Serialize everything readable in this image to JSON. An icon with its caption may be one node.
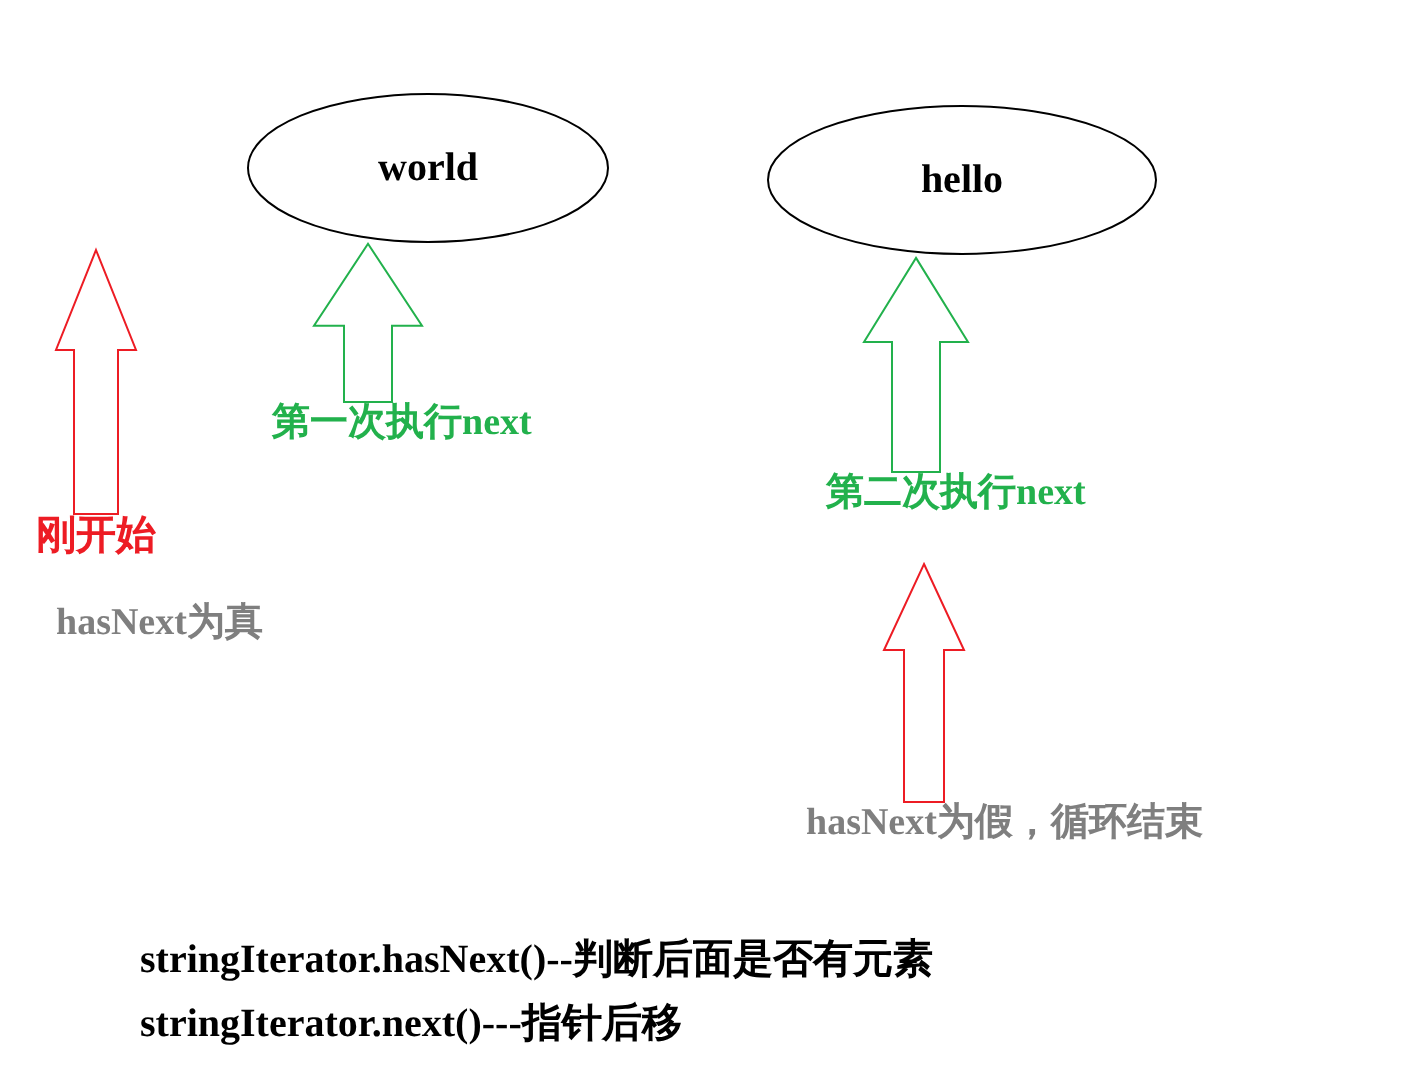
{
  "diagram": {
    "nodes": [
      {
        "text": [
          "world"
        ]
      },
      {
        "text": [
          "hello"
        ]
      },
      {
        "text": [
          "刚开始"
        ]
      },
      {
        "text": [
          "hasNext为真"
        ]
      },
      {
        "text": [
          "第一次执行next"
        ]
      },
      {
        "text": [
          "第二次执行next"
        ]
      },
      {
        "text": [
          "hasNext为假，循环结束"
        ]
      }
    ],
    "edges": [
      {
        "from": 4,
        "to": 0,
        "arrow": "to",
        "color": "#22b14c"
      },
      {
        "from": 5,
        "to": 1,
        "arrow": "to",
        "color": "#22b14c"
      },
      {
        "from": 2,
        "to": null,
        "arrow": "to",
        "color": "#ed1c24"
      },
      {
        "from": 6,
        "to": null,
        "arrow": "to",
        "color": "#ed1c24"
      }
    ],
    "labels": [
      "stringIterator.hasNext()--判断后面是否有元素",
      "stringIterator.next()---指针后移"
    ]
  }
}
